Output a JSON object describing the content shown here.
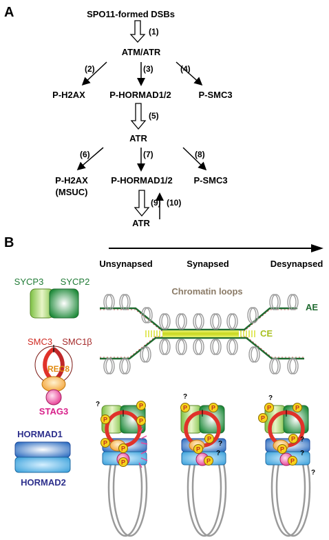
{
  "panel_a": {
    "label": "A",
    "nodes": {
      "spo11": "SPO11-formed DSBs",
      "atm_atr": "ATM/ATR",
      "ph2ax_1": "P-H2AX",
      "phormad_1": "P-HORMAD1/2",
      "psmc3_1": "P-SMC3",
      "atr_1": "ATR",
      "ph2ax_2": "P-H2AX",
      "msuc": "(MSUC)",
      "phormad_2": "P-HORMAD1/2",
      "psmc3_2": "P-SMC3",
      "atr_2": "ATR"
    },
    "steps": [
      "(1)",
      "(2)",
      "(3)",
      "(4)",
      "(5)",
      "(6)",
      "(7)",
      "(8)",
      "(9)",
      "(10)"
    ]
  },
  "panel_b": {
    "label": "B",
    "stages": [
      "Unsynapsed",
      "Synapsed",
      "Desynapsed"
    ],
    "legend": {
      "sycp3": "SYCP3",
      "sycp2": "SYCP2",
      "smc3": "SMC3",
      "smc1b": "SMC1β",
      "rec8": "REC8",
      "stag3": "STAG3",
      "hormad1": "HORMAD1",
      "hormad2": "HORMAD2"
    },
    "chromatin_loops": "Chromatin loops",
    "ae": "AE",
    "ce": "CE",
    "phospho": "P",
    "question": "?"
  },
  "colors": {
    "sycp_green": "#2e8b3c",
    "light_green": "#a9d455",
    "cohesin_red": "#e0322a",
    "rec8_orange": "#f4a53a",
    "stag3_pink": "#e8489a",
    "hormad_blue": "#2b6cc0",
    "hormad_label": "#2d2f8c",
    "ce_yellow": "#c8d81e",
    "loop_grey": "#9a9a9a",
    "phospho_yellow": "#f6d31c",
    "chromatin_label": "#8a7a66"
  }
}
